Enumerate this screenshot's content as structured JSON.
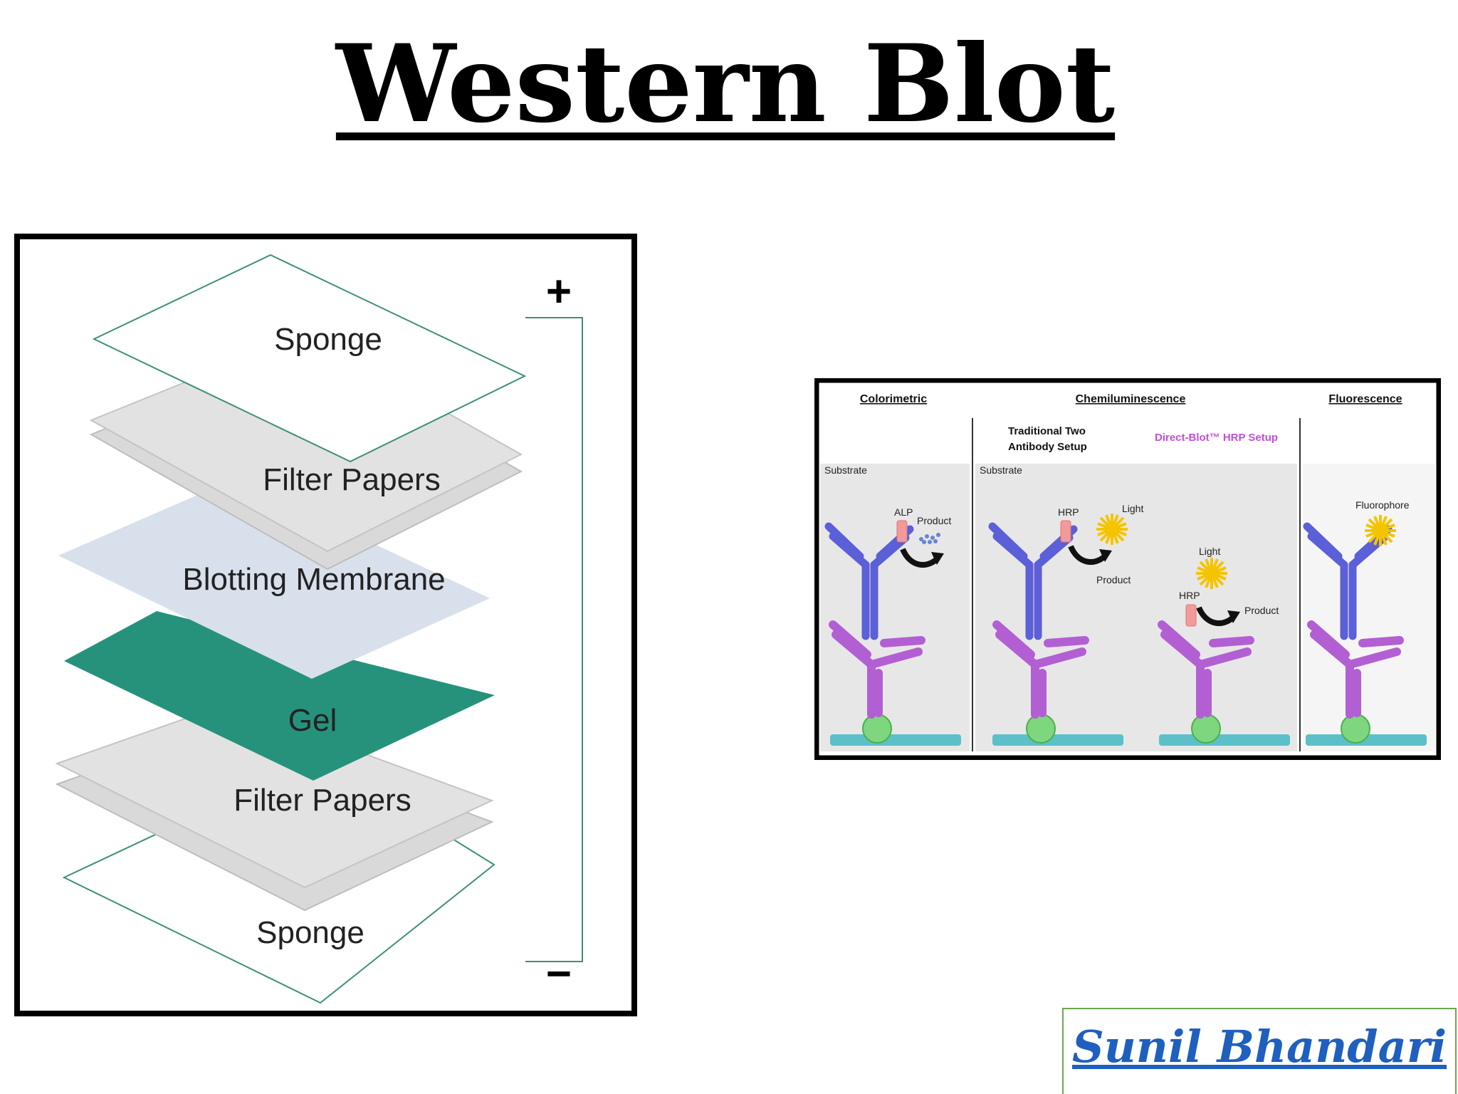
{
  "title": "Western Blot",
  "stack_diagram": {
    "polarity_top": "+",
    "polarity_bottom": "−",
    "layers": {
      "sponge_top": "Sponge",
      "filter_top": "Filter Papers",
      "membrane": "Blotting Membrane",
      "gel": "Gel",
      "filter_bottom": "Filter Papers",
      "sponge_bottom": "Sponge"
    },
    "colors": {
      "gel": "#26927c",
      "membrane": "#d8e0eb",
      "filter": "#e2e2e2",
      "outline": "#4a8a78"
    }
  },
  "detection_diagram": {
    "headers": {
      "colorimetric": "Colorimetric",
      "chemiluminescence": "Chemiluminescence",
      "fluorescence": "Fluorescence"
    },
    "traditional_line1": "Traditional Two",
    "traditional_line2": "Antibody Setup",
    "direct_blot": "Direct-Blot™ HRP Setup",
    "substrate": "Substrate",
    "labels": {
      "alp": "ALP",
      "hrp": "HRP",
      "product": "Product",
      "light": "Light",
      "fluorophore": "Fluorophore"
    },
    "colors": {
      "primary_antibody": "#5b5fd8",
      "secondary_antibody": "#b35fd4",
      "antigen": "#7ed67e",
      "membrane": "#5bc0c8",
      "enzyme": "#f29a9a",
      "light": "#f5c400",
      "direct_blot_text": "#c04fd8"
    }
  },
  "author": "Sunil Bhandari"
}
